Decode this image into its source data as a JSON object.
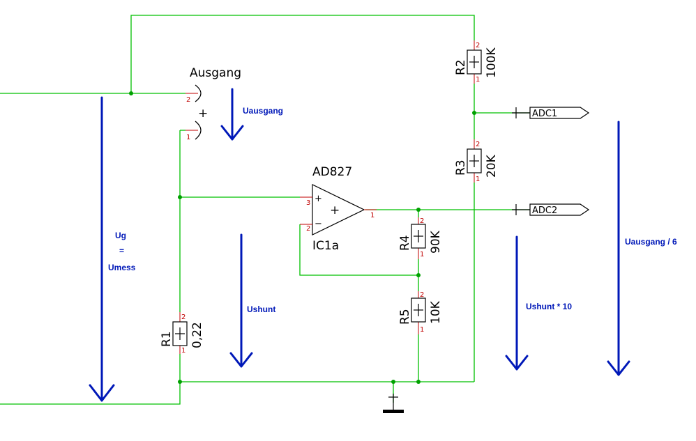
{
  "components": {
    "r1": {
      "ref": "R1",
      "value": "0,22",
      "pin_top": "2",
      "pin_bottom": "1"
    },
    "r2": {
      "ref": "R2",
      "value": "100K",
      "pin_top": "2",
      "pin_bottom": "1"
    },
    "r3": {
      "ref": "R3",
      "value": "20K",
      "pin_top": "2",
      "pin_bottom": "1"
    },
    "r4": {
      "ref": "R4",
      "value": "90K",
      "pin_top": "2",
      "pin_bottom": "1"
    },
    "r5": {
      "ref": "R5",
      "value": "10K",
      "pin_top": "2",
      "pin_bottom": "1"
    },
    "opamp": {
      "part": "AD827",
      "ref": "IC1a",
      "pin_plus": "3",
      "pin_minus": "2",
      "pin_out": "1",
      "plus_sign": "+",
      "minus_sign": "−",
      "body_sign": "+"
    },
    "output": {
      "label": "Ausgang",
      "pin_top": "2",
      "pin_bottom": "1",
      "polarity": "+"
    }
  },
  "net_labels": {
    "adc1": "ADC1",
    "adc2": "ADC2"
  },
  "annotations": {
    "uausgang": "Uausgang",
    "ug": "Ug",
    "equals": "=",
    "umess": "Umess",
    "ushunt": "Ushunt",
    "ushunt_x10": "Ushunt * 10",
    "uausgang_div6": "Uausgang / 6"
  },
  "colors": {
    "wire": "#00c000",
    "component": "#000000",
    "pin": "#c00000",
    "annotation": "#0018b8"
  }
}
